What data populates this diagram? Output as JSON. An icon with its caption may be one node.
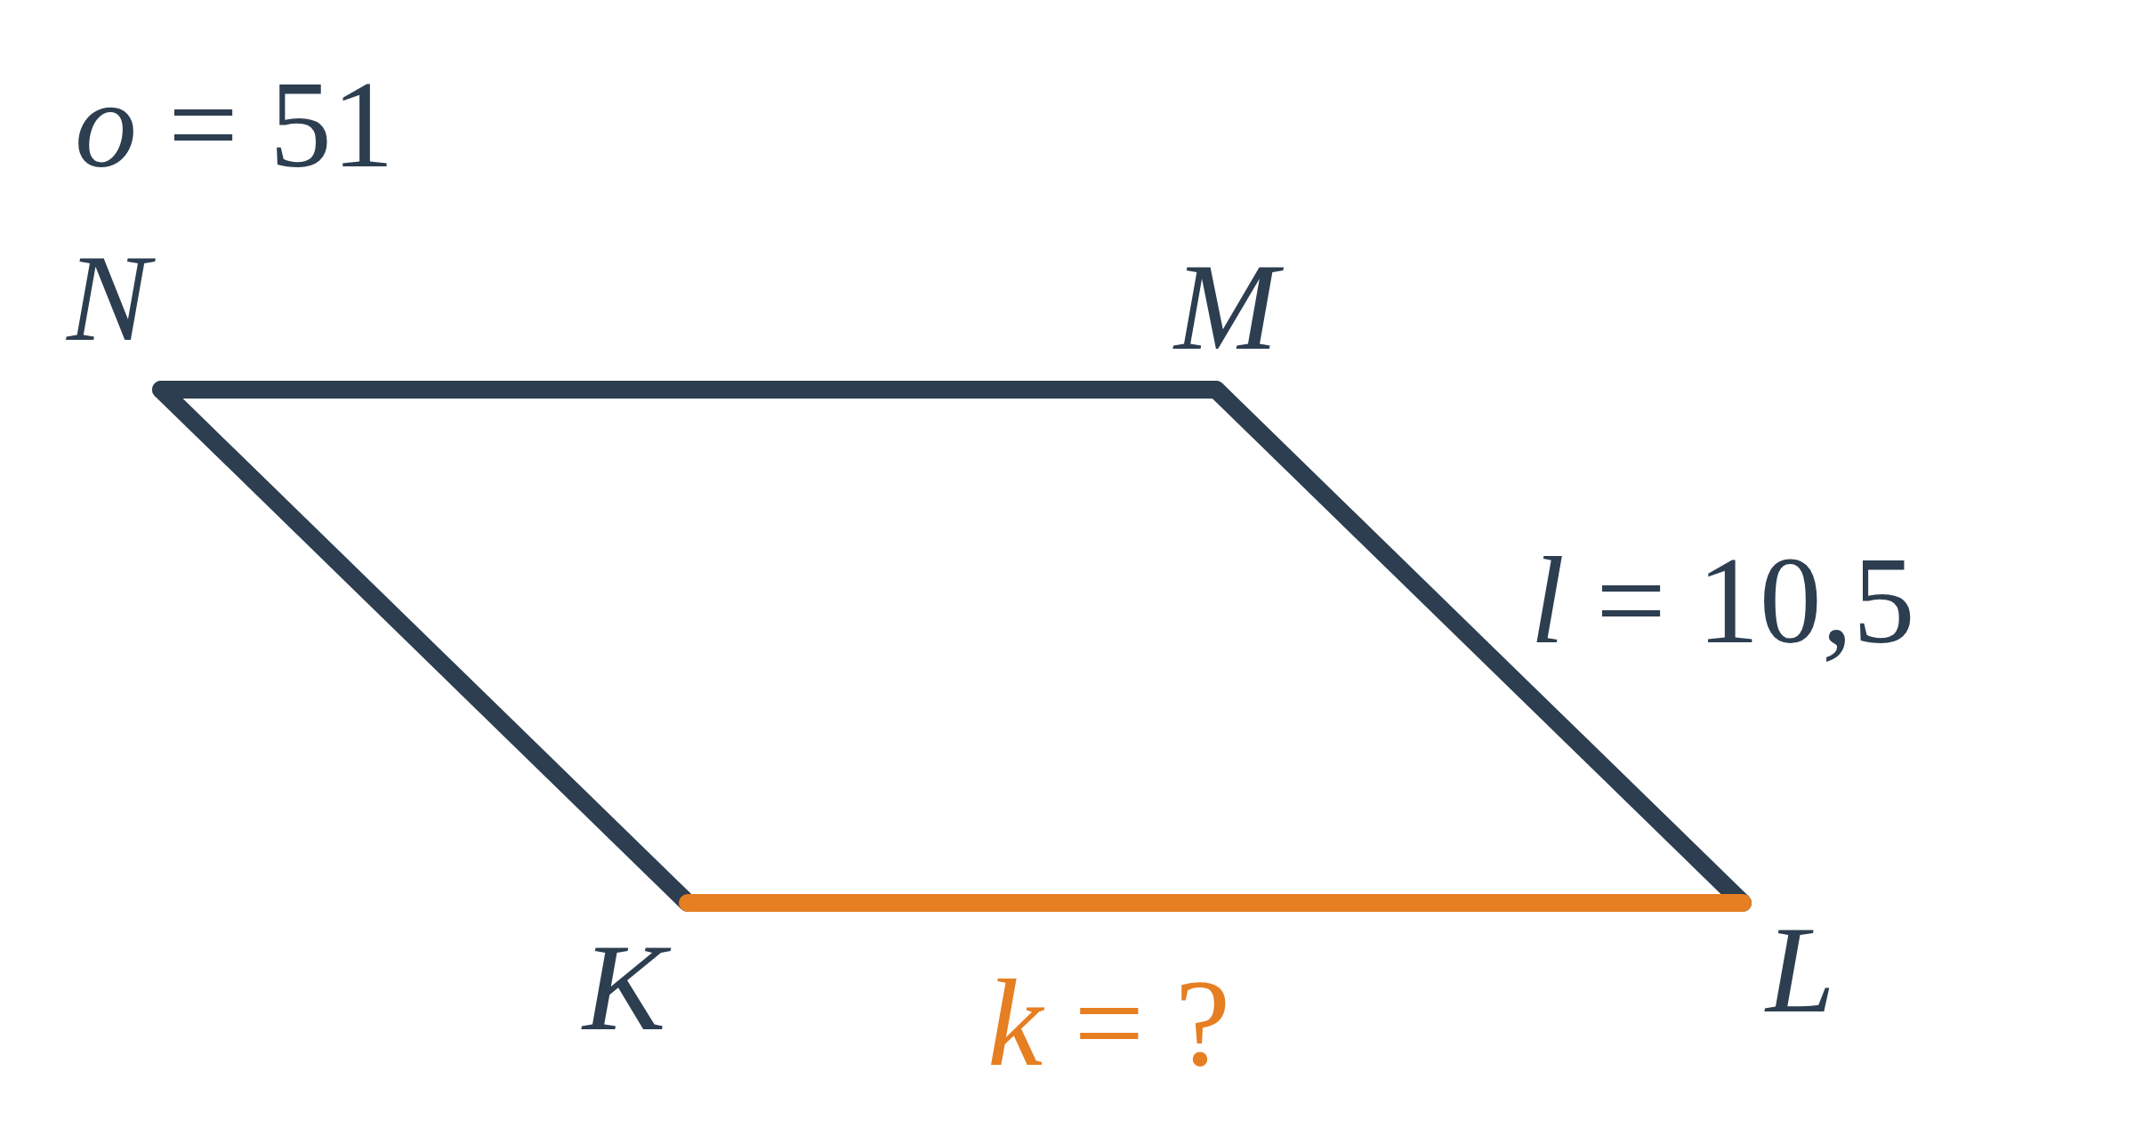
{
  "diagram": {
    "labels": [
      "*o* = 51",
      "N",
      "M",
      "*l* = 10,5",
      "K",
      "*k* = ?",
      "L"
    ]
  }
}
